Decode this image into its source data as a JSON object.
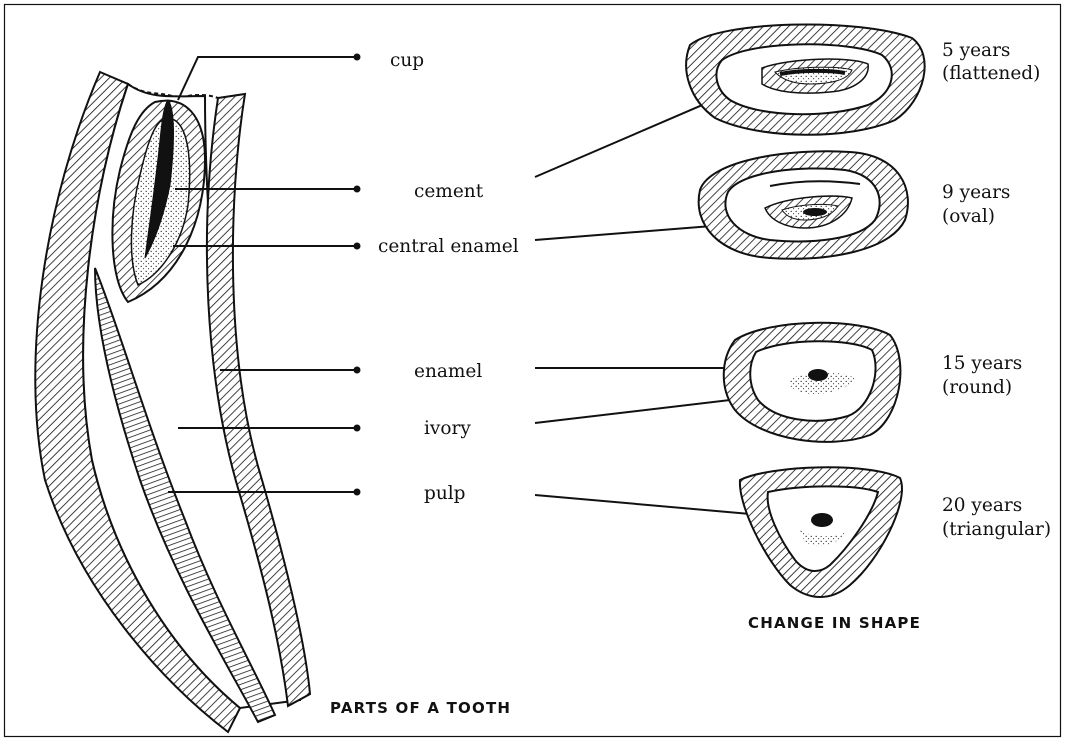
{
  "left_figure": {
    "caption": "PARTS OF A TOOTH",
    "labels": {
      "cup": "cup",
      "cement": "cement",
      "central_enamel": "central enamel",
      "enamel": "enamel",
      "ivory": "ivory",
      "pulp": "pulp"
    }
  },
  "right_figure": {
    "caption": "CHANGE IN SHAPE",
    "sections": [
      {
        "age": "5 years",
        "shape": "(flattened)"
      },
      {
        "age": "9 years",
        "shape": "(oval)"
      },
      {
        "age": "15 years",
        "shape": "(round)"
      },
      {
        "age": "20 years",
        "shape": "(triangular)"
      }
    ]
  }
}
